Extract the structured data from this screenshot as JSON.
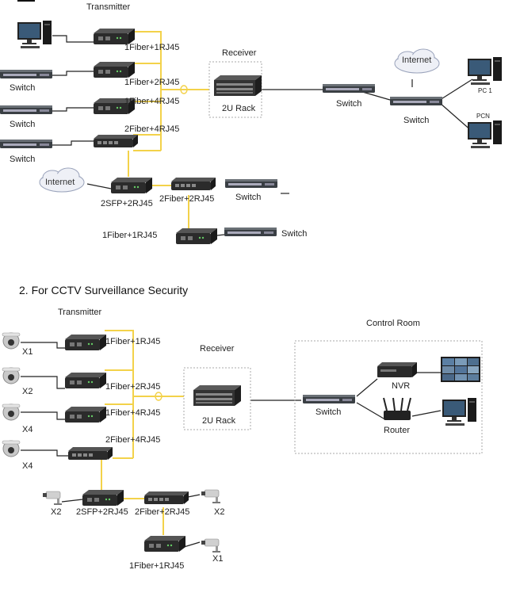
{
  "labels": {
    "transmitter": "Transmitter",
    "receiver": "Receiver",
    "rack": "2U Rack",
    "switch": "Switch",
    "internet": "Internet",
    "pc1": "PC 1",
    "pcn": "PCN",
    "control_room": "Control Room",
    "nvr": "NVR",
    "router": "Router",
    "m_1f1r": "1Fiber+1RJ45",
    "m_1f2r": "1Fiber+2RJ45",
    "m_1f4r": "1Fiber+4RJ45",
    "m_2f4r": "2Fiber+4RJ45",
    "m_2sfp2r": "2SFP+2RJ45",
    "m_2f2r": "2Fiber+2RJ45",
    "x1": "X1",
    "x2": "X2",
    "x4": "X4"
  },
  "section2_heading": "2. For CCTV Surveillance Security",
  "colors": {
    "fiber": "#f3d24a",
    "cable": "#222222",
    "device": "#2a2a2a"
  }
}
